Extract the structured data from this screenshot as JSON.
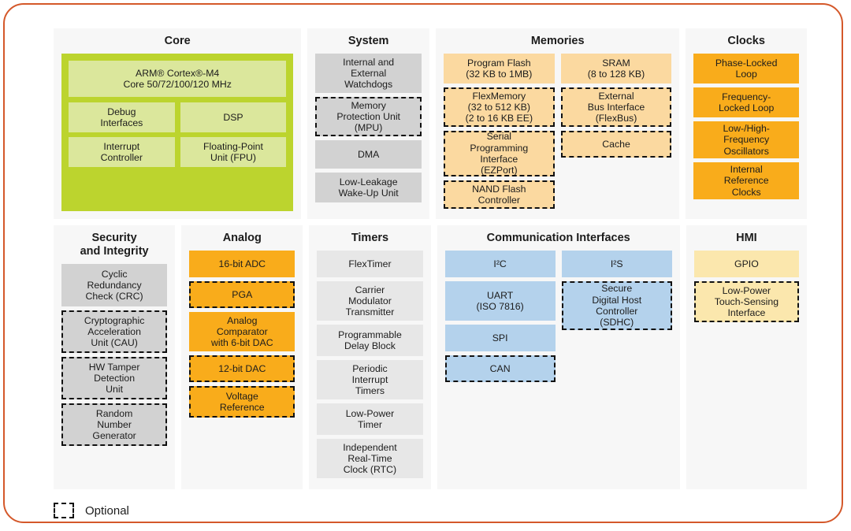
{
  "diagram": {
    "legend": {
      "label": "Optional",
      "swatch": "dashed-square-icon"
    },
    "colors": {
      "frame_border": "#d4582a",
      "panel_background": "#f7f7f7",
      "core_green": "#bcd42e",
      "core_inner_green": "#dbe79c",
      "gray_dark": "#d2d2d2",
      "gray_light": "#e7e7e7",
      "peach": "#fbd9a0",
      "amber": "#f9ac1b",
      "blue": "#b4d2ec",
      "cream": "#fbe7ad"
    }
  },
  "panels": {
    "core": {
      "title": "Core",
      "blocks": {
        "cpu": "ARM® Cortex®-M4\nCore 50/72/100/120 MHz",
        "debug": "Debug\nInterfaces",
        "dsp": "DSP",
        "interrupt": "Interrupt\nController",
        "fpu": "Floating-Point\nUnit (FPU)"
      }
    },
    "system": {
      "title": "System",
      "blocks": [
        {
          "label": "Internal and\nExternal\nWatchdogs",
          "optional": false
        },
        {
          "label": "Memory\nProtection Unit\n(MPU)",
          "optional": true
        },
        {
          "label": "DMA",
          "optional": false
        },
        {
          "label": "Low-Leakage\nWake-Up Unit",
          "optional": false
        }
      ]
    },
    "memories": {
      "title": "Memories",
      "left": [
        {
          "label": "Program Flash\n(32 KB to 1MB)",
          "optional": false
        },
        {
          "label": "FlexMemory\n(32 to 512 KB)\n(2 to 16 KB EE)",
          "optional": true
        },
        {
          "label": "Serial\nProgramming\nInterface\n(EZPort)",
          "optional": true
        },
        {
          "label": "NAND Flash\nController",
          "optional": true
        }
      ],
      "right": [
        {
          "label": "SRAM\n(8 to 128 KB)",
          "optional": false
        },
        {
          "label": "External\nBus Interface\n(FlexBus)",
          "optional": true
        },
        {
          "label": "Cache",
          "optional": true
        }
      ]
    },
    "clocks": {
      "title": "Clocks",
      "blocks": [
        {
          "label": "Phase-Locked\nLoop",
          "optional": false
        },
        {
          "label": "Frequency-\nLocked Loop",
          "optional": false
        },
        {
          "label": "Low-/High-\nFrequency\nOscillators",
          "optional": false
        },
        {
          "label": "Internal\nReference\nClocks",
          "optional": false
        }
      ]
    },
    "security": {
      "title": "Security\nand Integrity",
      "blocks": [
        {
          "label": "Cyclic\nRedundancy\nCheck (CRC)",
          "optional": false
        },
        {
          "label": "Cryptographic\nAcceleration\nUnit (CAU)",
          "optional": true
        },
        {
          "label": "HW Tamper\nDetection\nUnit",
          "optional": true
        },
        {
          "label": "Random\nNumber\nGenerator",
          "optional": true
        }
      ]
    },
    "analog": {
      "title": "Analog",
      "blocks": [
        {
          "label": "16-bit ADC",
          "optional": false
        },
        {
          "label": "PGA",
          "optional": true
        },
        {
          "label": "Analog\nComparator\nwith 6-bit DAC",
          "optional": false
        },
        {
          "label": "12-bit DAC",
          "optional": true
        },
        {
          "label": "Voltage\nReference",
          "optional": true
        }
      ]
    },
    "timers": {
      "title": "Timers",
      "blocks": [
        {
          "label": "FlexTimer",
          "optional": false
        },
        {
          "label": "Carrier\nModulator\nTransmitter",
          "optional": false
        },
        {
          "label": "Programmable\nDelay Block",
          "optional": false
        },
        {
          "label": "Periodic\nInterrupt\nTimers",
          "optional": false
        },
        {
          "label": "Low-Power\nTimer",
          "optional": false
        },
        {
          "label": "Independent\nReal-Time\nClock (RTC)",
          "optional": false
        }
      ]
    },
    "communication": {
      "title": "Communication Interfaces",
      "left": [
        {
          "label": "I²C",
          "optional": false
        },
        {
          "label": "UART\n(ISO 7816)",
          "optional": false
        },
        {
          "label": "SPI",
          "optional": false
        },
        {
          "label": "CAN",
          "optional": true
        }
      ],
      "right": [
        {
          "label": "I²S",
          "optional": false
        },
        {
          "label": "Secure\nDigital Host\nController\n(SDHC)",
          "optional": true
        }
      ]
    },
    "hmi": {
      "title": "HMI",
      "blocks": [
        {
          "label": "GPIO",
          "optional": false
        },
        {
          "label": "Low-Power\nTouch-Sensing\nInterface",
          "optional": true
        }
      ]
    }
  }
}
